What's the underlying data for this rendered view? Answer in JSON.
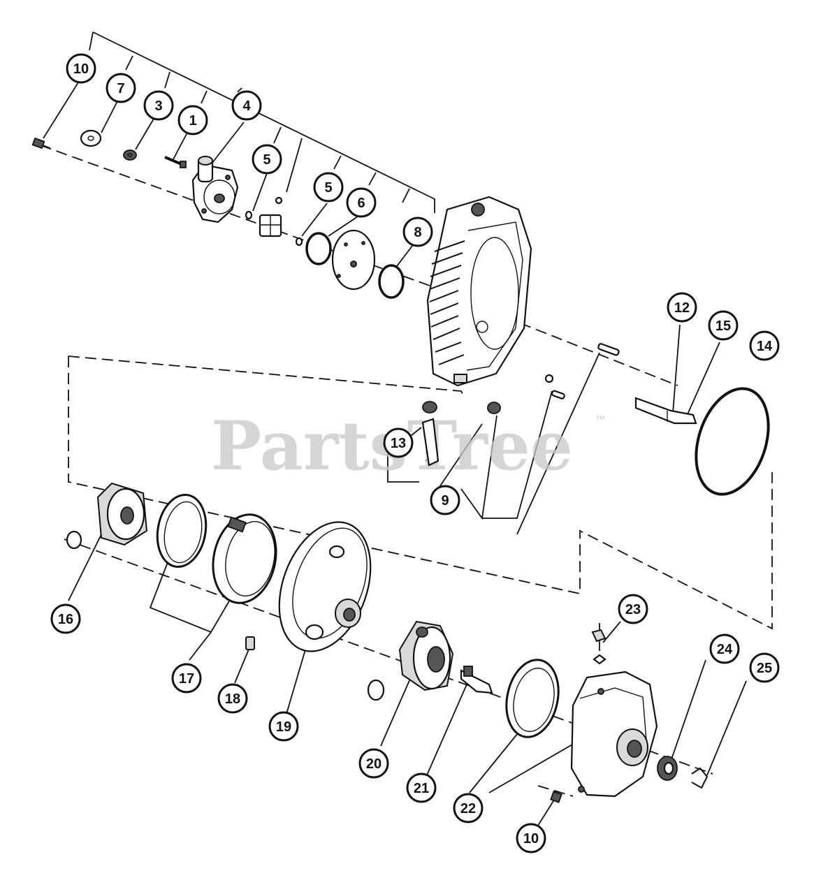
{
  "watermark": {
    "brand": "PartsTree",
    "trademark": "™"
  },
  "callouts": [
    "10",
    "7",
    "3",
    "1",
    "4",
    "5",
    "5",
    "6",
    "8",
    "12",
    "15",
    "14",
    "13",
    "9",
    "16",
    "17",
    "18",
    "19",
    "20",
    "21",
    "22",
    "23",
    "24",
    "25",
    "10"
  ]
}
